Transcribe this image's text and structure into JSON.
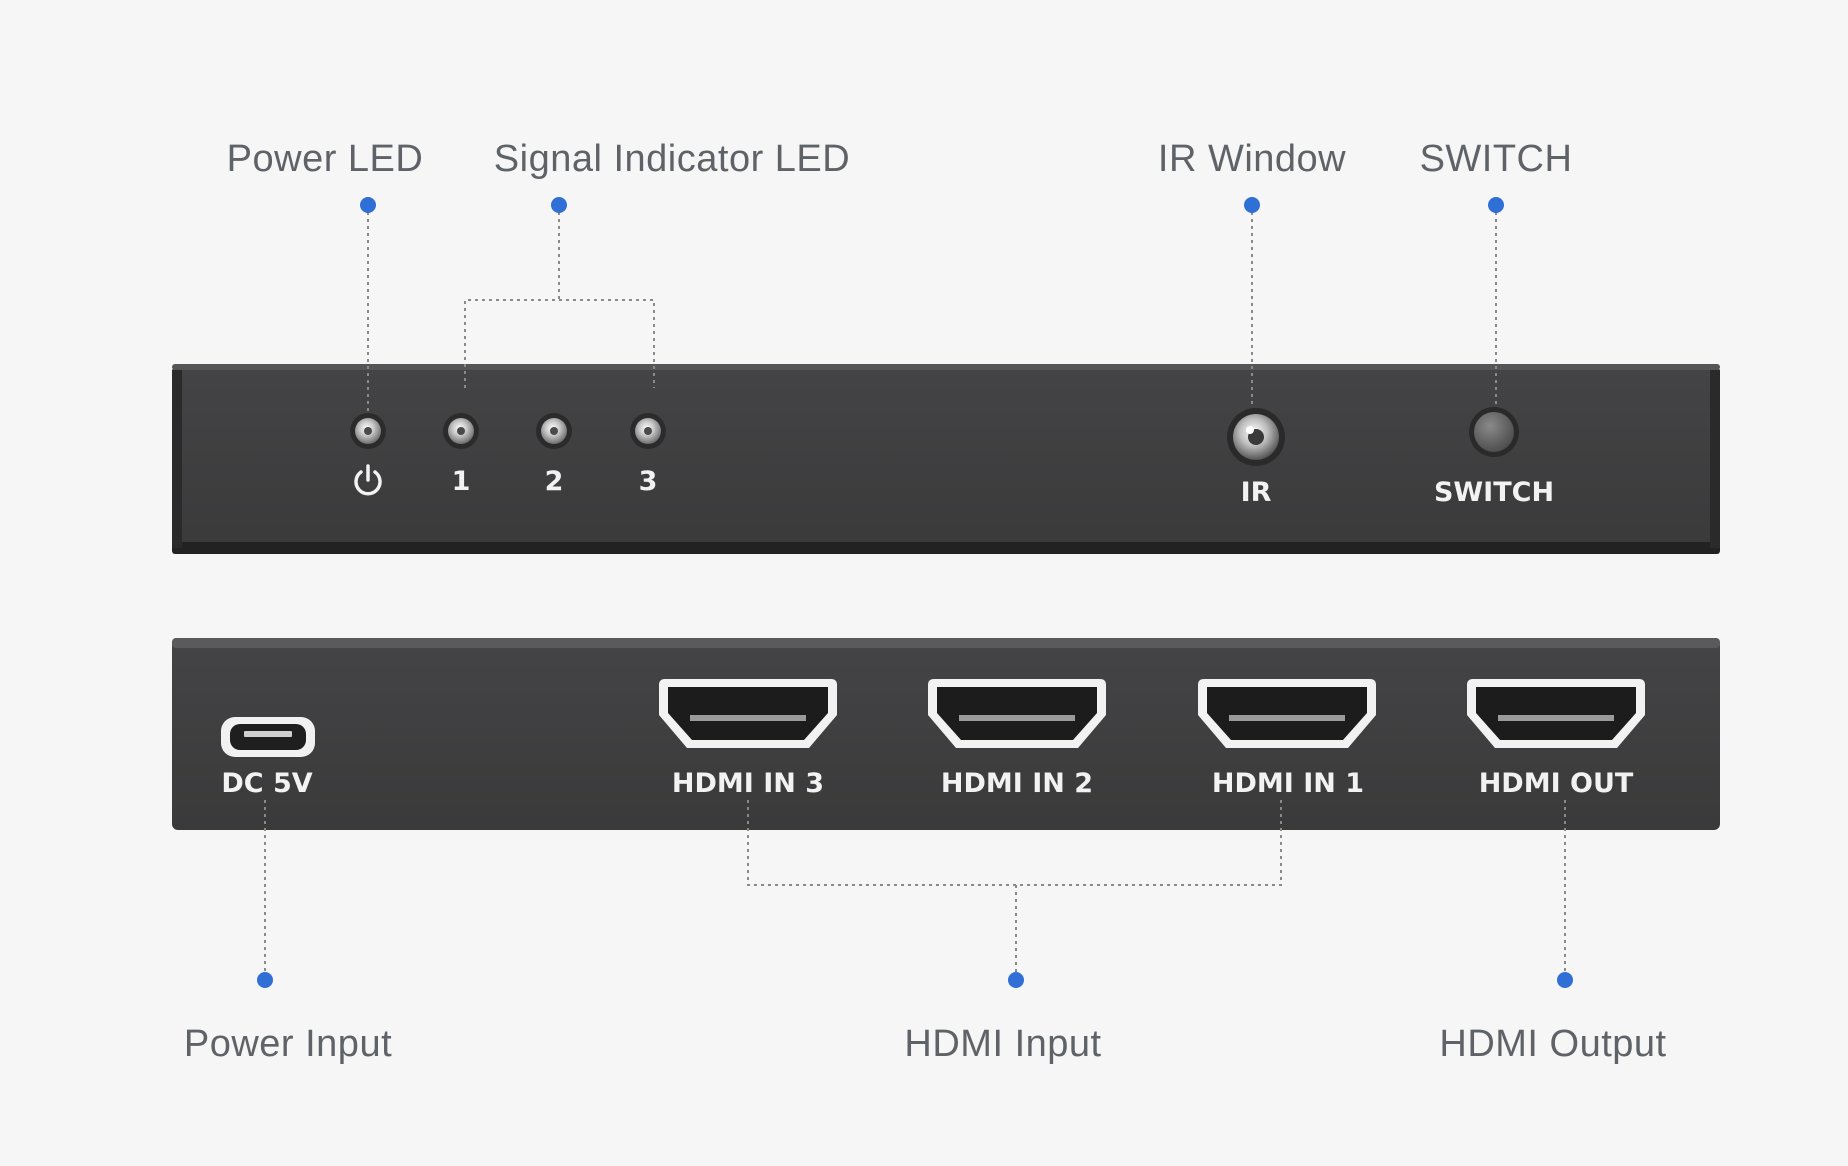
{
  "callouts": {
    "power_led": "Power LED",
    "signal_led": "Signal Indicator LED",
    "ir_window": "IR Window",
    "switch": "SWITCH",
    "power_input": "Power Input",
    "hdmi_input": "HDMI Input",
    "hdmi_output": "HDMI Output"
  },
  "front_panel": {
    "led_1": "1",
    "led_2": "2",
    "led_3": "3",
    "ir": "IR",
    "switch": "SWITCH",
    "power_icon": "power-icon"
  },
  "rear_panel": {
    "dc": "DC 5V",
    "in3": "HDMI IN 3",
    "in2": "HDMI IN 2",
    "in1": "HDMI IN 1",
    "out": "HDMI OUT"
  },
  "colors": {
    "background": "#f6f6f6",
    "panel": "#3e3e3f",
    "dot_accent": "#2f6fd6",
    "leader_line": "#8a8a8a",
    "label_text": "#5f6368"
  }
}
